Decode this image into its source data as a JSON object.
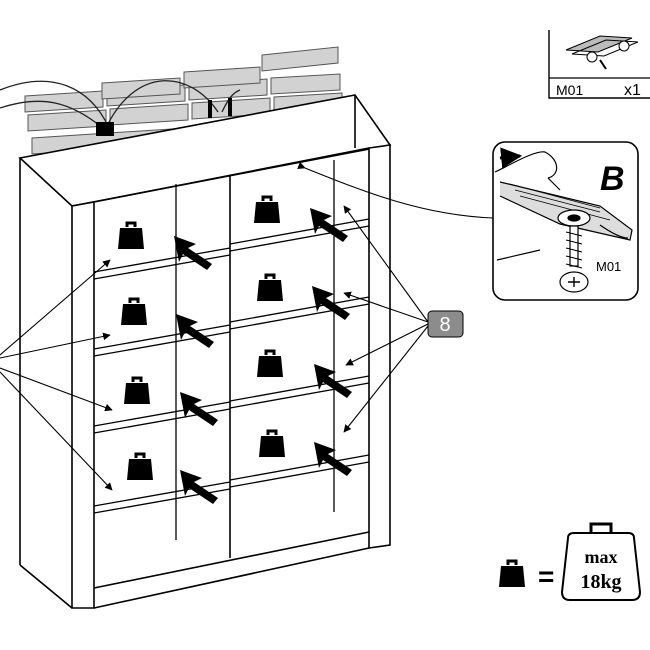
{
  "part_box": {
    "code": "M01",
    "qty": "x1"
  },
  "detail": {
    "letter": "B",
    "code": "M01"
  },
  "callout": {
    "count": "8"
  },
  "legend": {
    "equals": "=",
    "line1": "max",
    "line2": "18kg"
  },
  "colors": {
    "ink": "#1a1a1a",
    "badge": "#8c8c8c",
    "wall": "#d2d2d2"
  }
}
